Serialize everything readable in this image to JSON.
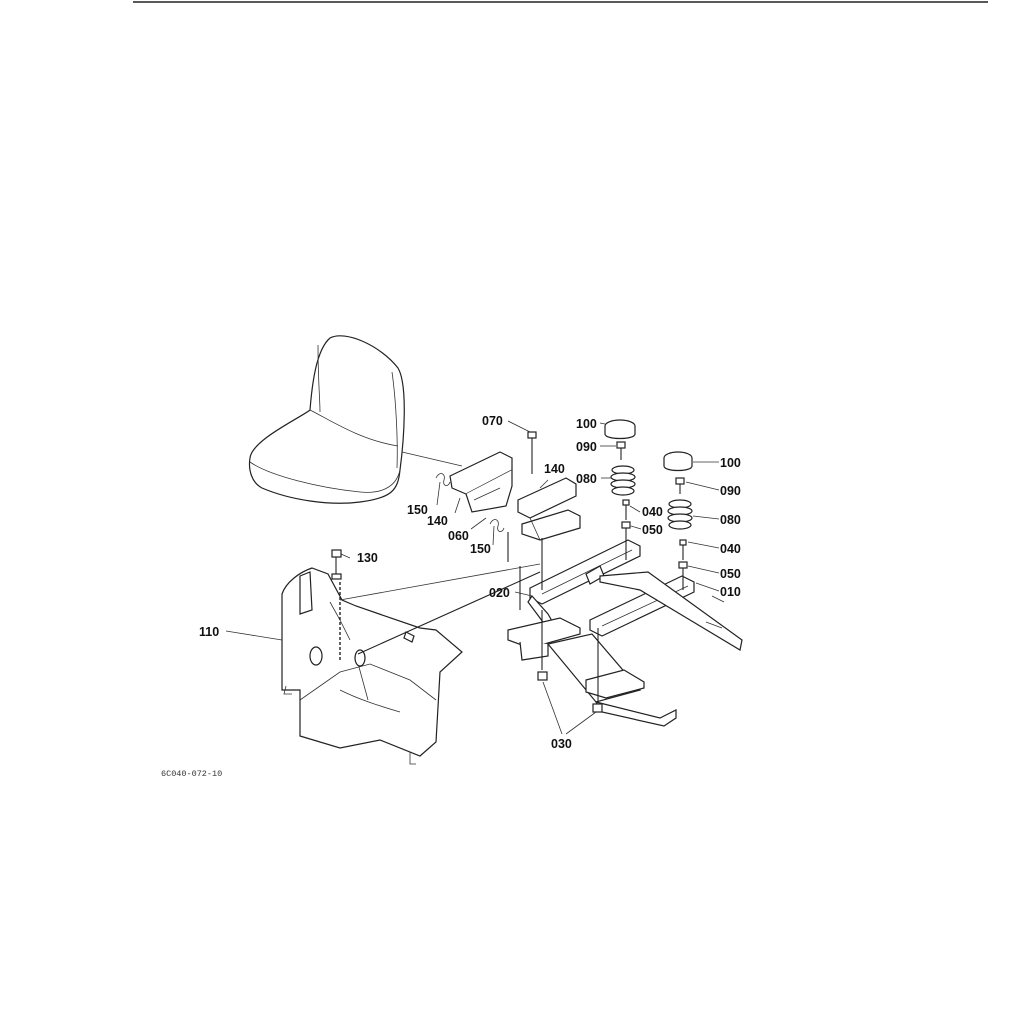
{
  "figure_ref": "6C040-072-10",
  "colors": {
    "ink": "#222222",
    "background": "#ffffff"
  },
  "callouts": {
    "c010": "010",
    "c020": "020",
    "c030": "030",
    "c040a": "040",
    "c040b": "040",
    "c050a": "050",
    "c050b": "050",
    "c060": "060",
    "c070": "070",
    "c080a": "080",
    "c080b": "080",
    "c090a": "090",
    "c090b": "090",
    "c100a": "100",
    "c100b": "100",
    "c110": "110",
    "c130": "130",
    "c140a": "140",
    "c140b": "140",
    "c150a": "150",
    "c150b": "150"
  }
}
